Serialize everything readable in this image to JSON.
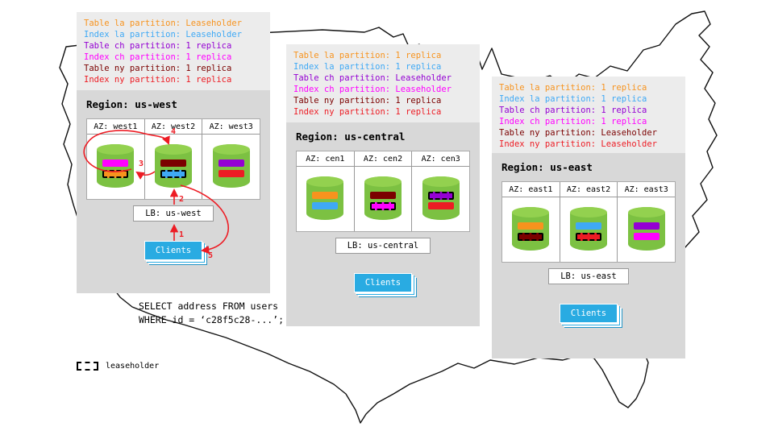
{
  "palette": {
    "table_la_orange": "#F7931E",
    "index_la_blue": "#3FA9F5",
    "table_ch_purple": "#9400D3",
    "index_ch_magenta": "#FF00FF",
    "table_ny_darkred": "#7B0000",
    "index_ny_red": "#ED1C24",
    "cylinder_green": "#7CC142",
    "clients_blue": "#29ABE2",
    "arrow_red": "#ED1C24"
  },
  "legends": [
    {
      "id": "us-west",
      "lines": [
        {
          "text": "Table la partition: Leaseholder",
          "color": "#F7931E"
        },
        {
          "text": "Index la partition: Leaseholder",
          "color": "#3FA9F5"
        },
        {
          "text": "Table ch partition: 1 replica",
          "color": "#9400D3"
        },
        {
          "text": "Index ch partition: 1 replica",
          "color": "#FF00FF"
        },
        {
          "text": "Table ny partition: 1 replica",
          "color": "#7B0000"
        },
        {
          "text": "Index ny partition: 1 replica",
          "color": "#ED1C24"
        }
      ]
    },
    {
      "id": "us-central",
      "lines": [
        {
          "text": "Table la partition: 1 replica",
          "color": "#F7931E"
        },
        {
          "text": "Index la partition: 1 replica",
          "color": "#3FA9F5"
        },
        {
          "text": "Table ch partition: Leaseholder",
          "color": "#9400D3"
        },
        {
          "text": "Index ch partition: Leaseholder",
          "color": "#FF00FF"
        },
        {
          "text": "Table ny partition: 1 replica",
          "color": "#7B0000"
        },
        {
          "text": "Index ny partition: 1 replica",
          "color": "#ED1C24"
        }
      ]
    },
    {
      "id": "us-east",
      "lines": [
        {
          "text": "Table la partition: 1 replica",
          "color": "#F7931E"
        },
        {
          "text": "Index la partition: 1 replica",
          "color": "#3FA9F5"
        },
        {
          "text": "Table ch partition: 1 replica",
          "color": "#9400D3"
        },
        {
          "text": "Index ch partition: 1 replica",
          "color": "#FF00FF"
        },
        {
          "text": "Table ny partition: Leaseholder",
          "color": "#7B0000"
        },
        {
          "text": "Index ny partition: Leaseholder",
          "color": "#ED1C24"
        }
      ]
    }
  ],
  "regions": [
    {
      "title": "Region: us-west",
      "lb": "LB: us-west",
      "clients": "Clients",
      "azs": [
        {
          "label": "AZ: west1",
          "bars": [
            {
              "partition": "index-ch",
              "color": "#FF00FF",
              "leaseholder": false
            },
            {
              "partition": "table-la",
              "color": "#F7931E",
              "leaseholder": true
            }
          ]
        },
        {
          "label": "AZ: west2",
          "bars": [
            {
              "partition": "table-ny",
              "color": "#7B0000",
              "leaseholder": false
            },
            {
              "partition": "index-la",
              "color": "#3FA9F5",
              "leaseholder": true
            }
          ]
        },
        {
          "label": "AZ: west3",
          "bars": [
            {
              "partition": "table-ch",
              "color": "#9400D3",
              "leaseholder": false
            },
            {
              "partition": "index-ny",
              "color": "#ED1C24",
              "leaseholder": false
            }
          ]
        }
      ]
    },
    {
      "title": "Region: us-central",
      "lb": "LB: us-central",
      "clients": "Clients",
      "azs": [
        {
          "label": "AZ: cen1",
          "bars": [
            {
              "partition": "table-la",
              "color": "#F7931E",
              "leaseholder": false
            },
            {
              "partition": "index-la",
              "color": "#3FA9F5",
              "leaseholder": false
            }
          ]
        },
        {
          "label": "AZ: cen2",
          "bars": [
            {
              "partition": "table-ny",
              "color": "#7B0000",
              "leaseholder": false
            },
            {
              "partition": "index-ch",
              "color": "#FF00FF",
              "leaseholder": true
            }
          ]
        },
        {
          "label": "AZ: cen3",
          "bars": [
            {
              "partition": "table-ch",
              "color": "#9400D3",
              "leaseholder": true
            },
            {
              "partition": "index-ny",
              "color": "#ED1C24",
              "leaseholder": false
            }
          ]
        }
      ]
    },
    {
      "title": "Region: us-east",
      "lb": "LB: us-east",
      "clients": "Clients",
      "azs": [
        {
          "label": "AZ: east1",
          "bars": [
            {
              "partition": "table-la",
              "color": "#F7931E",
              "leaseholder": false
            },
            {
              "partition": "table-ny",
              "color": "#7B0000",
              "leaseholder": true
            }
          ]
        },
        {
          "label": "AZ: east2",
          "bars": [
            {
              "partition": "index-la",
              "color": "#3FA9F5",
              "leaseholder": false
            },
            {
              "partition": "index-ny",
              "color": "#ED1C24",
              "leaseholder": true
            }
          ]
        },
        {
          "label": "AZ: east3",
          "bars": [
            {
              "partition": "table-ch",
              "color": "#9400D3",
              "leaseholder": false
            },
            {
              "partition": "index-ch",
              "color": "#FF00FF",
              "leaseholder": false
            }
          ]
        }
      ]
    }
  ],
  "query": {
    "line1": "SELECT address FROM users",
    "line2": "WHERE id = ‘c28f5c28-...’;"
  },
  "flow_labels": {
    "step1": "1",
    "step2": "2",
    "step3": "3",
    "step4": "4",
    "step5": "5"
  },
  "map_key": {
    "leaseholder": "leaseholder"
  }
}
